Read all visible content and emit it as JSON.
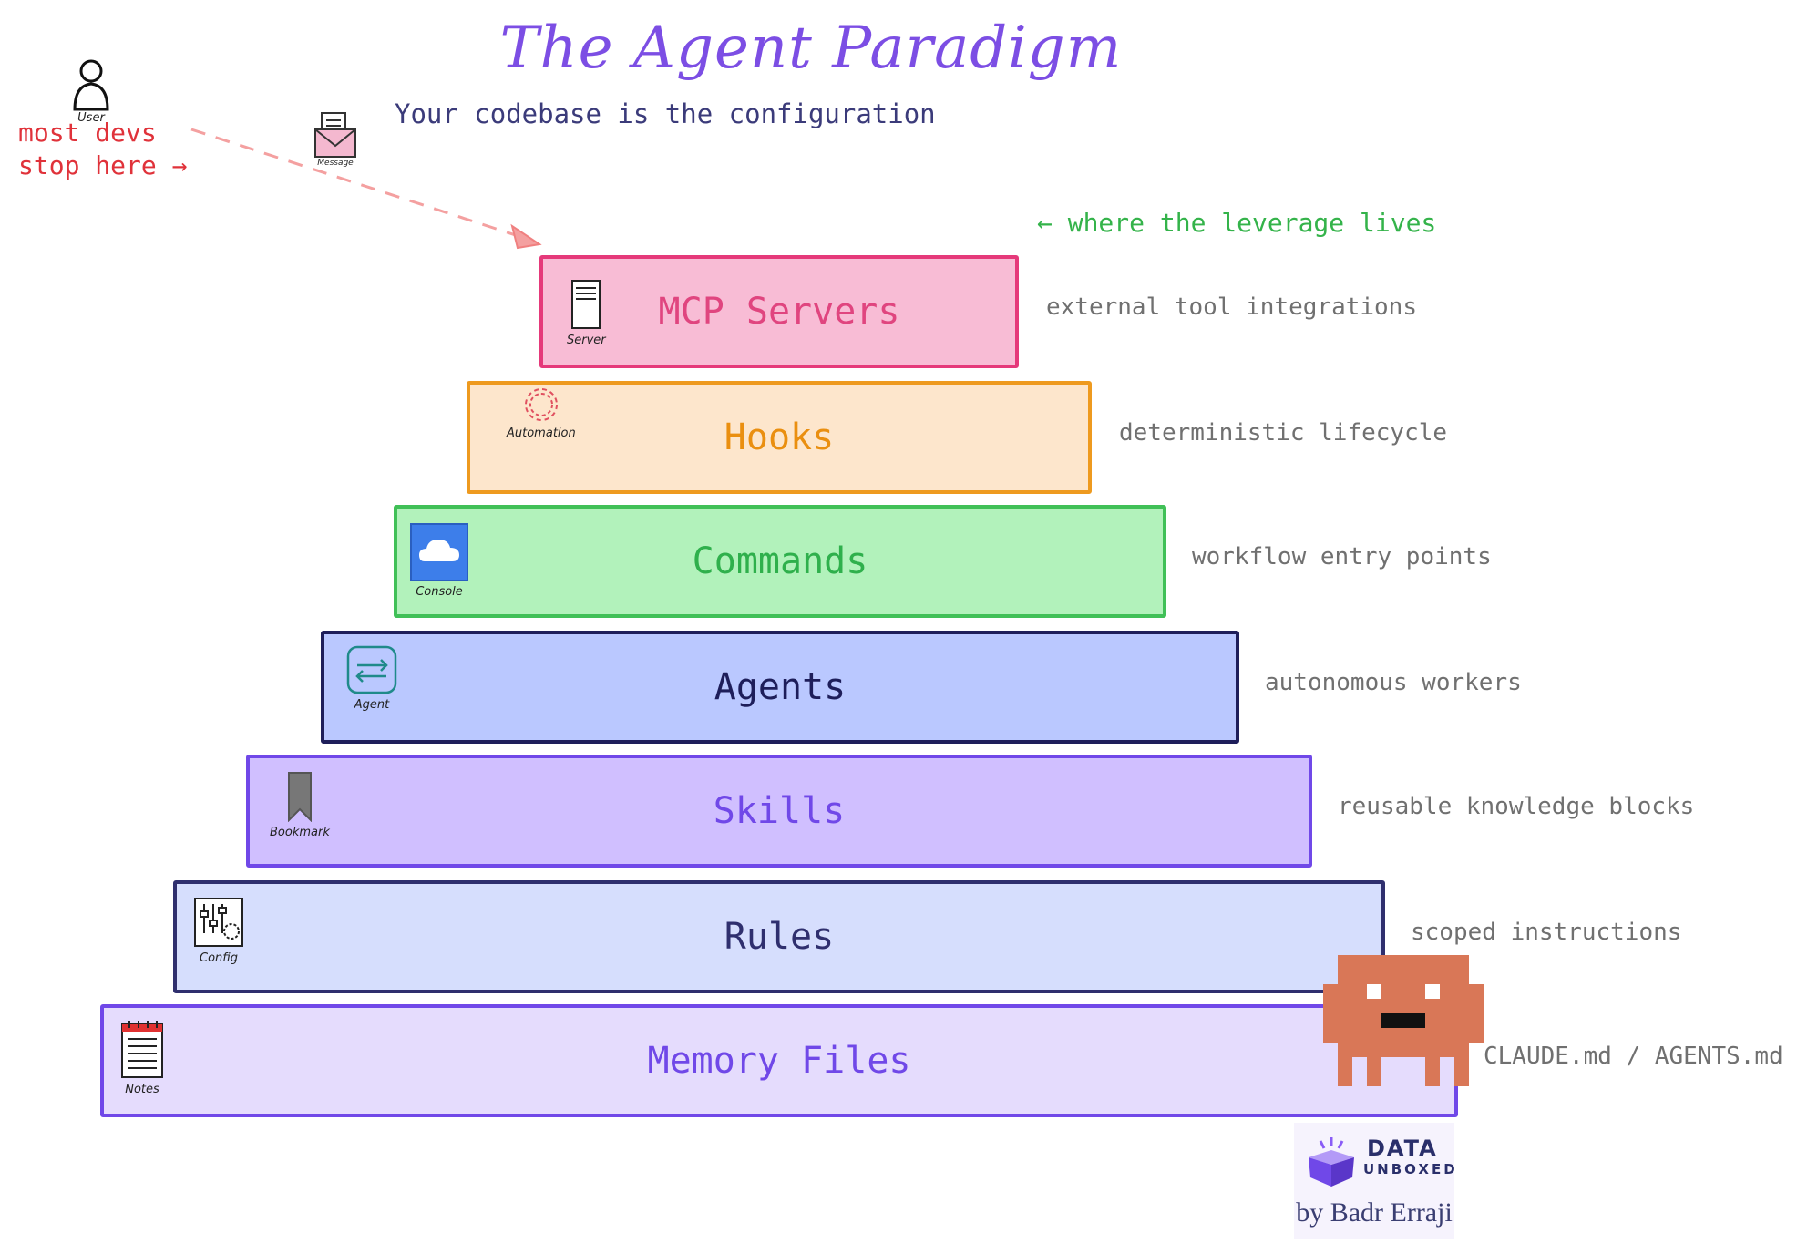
{
  "header": {
    "title": "The Agent Paradigm",
    "subtitle": "Your codebase is the configuration"
  },
  "callouts": {
    "most_devs_line1": "most devs",
    "most_devs_line2": "stop here →",
    "leverage": "← where the leverage lives"
  },
  "top_icons": {
    "user_caption": "User",
    "message_caption": "Message"
  },
  "layers": [
    {
      "label": "MCP Servers",
      "note": "external tool integrations",
      "icon": "server-icon",
      "icon_caption": "Server",
      "fill": "#f8bcd5",
      "stroke": "#e5397a",
      "text": "#e0457f"
    },
    {
      "label": "Hooks",
      "note": "deterministic lifecycle",
      "icon": "automation-icon",
      "icon_caption": "Automation",
      "fill": "#fde6cc",
      "stroke": "#ee9a1f",
      "text": "#ea8f10"
    },
    {
      "label": "Commands",
      "note": "workflow entry points",
      "icon": "cloud-console-icon",
      "icon_caption": "Console",
      "fill": "#b2f2bb",
      "stroke": "#40c057",
      "text": "#2fb04c"
    },
    {
      "label": "Agents",
      "note": "autonomous workers",
      "icon": "agent-icon",
      "icon_caption": "Agent",
      "fill": "#bac8ff",
      "stroke": "#1e1e5a",
      "text": "#1e1e5a"
    },
    {
      "label": "Skills",
      "note": "reusable knowledge blocks",
      "icon": "bookmark-icon",
      "icon_caption": "Bookmark",
      "fill": "#d0bfff",
      "stroke": "#7048e8",
      "text": "#7048e8"
    },
    {
      "label": "Rules",
      "note": "scoped instructions",
      "icon": "config-icon",
      "icon_caption": "Config",
      "fill": "#d6defd",
      "stroke": "#2f2f6e",
      "text": "#2f2f6e"
    },
    {
      "label": "Memory Files",
      "note": "CLAUDE.md / AGENTS.md",
      "icon": "notes-icon",
      "icon_caption": "Notes",
      "fill": "#e5dcfd",
      "stroke": "#7048e8",
      "text": "#7048e8"
    }
  ],
  "brand": {
    "name_top": "DATA",
    "name_bottom": "UNBOXED",
    "byline": "by Badr Erraji"
  },
  "colors": {
    "title": "#7c4ee4",
    "mascot": "#d97757",
    "callout_red": "#e0323a",
    "callout_green": "#34b34a"
  }
}
